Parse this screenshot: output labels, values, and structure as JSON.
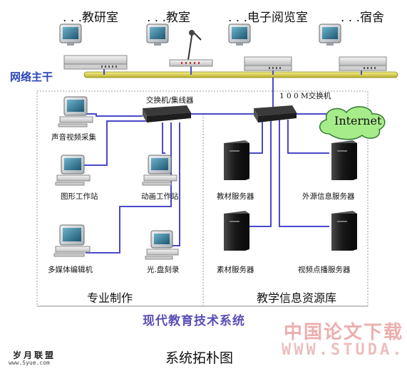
{
  "top_nodes": [
    {
      "dots": ". . .",
      "name": "教研室"
    },
    {
      "dots": ". . .",
      "name": "教室"
    },
    {
      "dots": ". . .",
      "name": "电子阅览室"
    },
    {
      "dots": ". . .",
      "name": "宿舍"
    }
  ],
  "backbone_label": "网络主干",
  "switch_hub_label": "交换机/集线器",
  "switch_100m_label": "1 0 0 M交换机",
  "internet_label": "Internet",
  "workstations": [
    {
      "name": "声音视频采集"
    },
    {
      "name": "图形工作站"
    },
    {
      "name": "动画工作站"
    },
    {
      "name": "多媒体编辑机"
    },
    {
      "name": "光.盘刻录"
    }
  ],
  "servers": [
    {
      "name": "教材服务器"
    },
    {
      "name": "外源信息服务器"
    },
    {
      "name": "素材服务器"
    },
    {
      "name": "视频点播服务器"
    }
  ],
  "regions": {
    "left": "专业制作",
    "right": "教学信息资源库"
  },
  "system_label": "现代教育技术系统",
  "caption": "系统拓朴图",
  "watermark": {
    "cn": "中国论文下载",
    "url": "WWW.STUDA.",
    "logo_cn": "岁月联盟",
    "logo_url": "www.Syue.com"
  },
  "colors": {
    "line": "#4a48c8",
    "backbone": "#e8e04a",
    "backbone_edge": "#8a8520",
    "system_text": "#5a4fb6"
  }
}
